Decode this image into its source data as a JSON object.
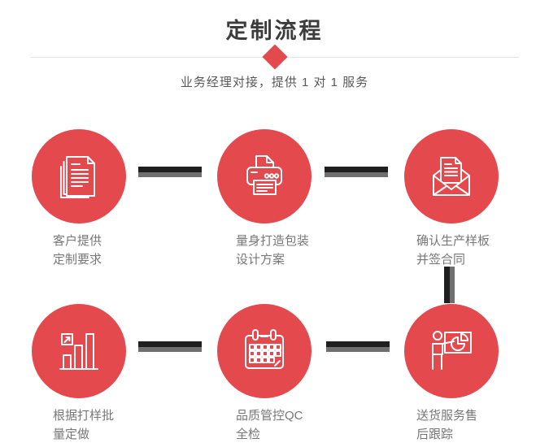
{
  "header": {
    "title": "定制流程",
    "subtitle": "业务经理对接，提供 1 对 1 服务"
  },
  "steps": [
    {
      "icon": "documents-icon",
      "line1": "客户提供",
      "line2": "定制要求"
    },
    {
      "icon": "printer-icon",
      "line1": "量身打造包装",
      "line2": "设计方案"
    },
    {
      "icon": "envelope-icon",
      "line1": "确认生产样板",
      "line2": "并签合同"
    },
    {
      "icon": "bar-chart-icon",
      "line1": "根据打样批",
      "line2": "量定做"
    },
    {
      "icon": "calendar-icon",
      "line1": "品质管控QC",
      "line2": "全检"
    },
    {
      "icon": "presentation-icon",
      "line1": "送货服务售",
      "line2": "后跟踪"
    }
  ],
  "colors": {
    "accent_red": "#e4494e",
    "title_text": "#3c3c3c",
    "subtitle_text": "#595959",
    "label_text": "#777777",
    "connector_dark": "#1f1f1f",
    "connector_gray": "#6f6f6f",
    "divider": "#e3e3e3"
  }
}
